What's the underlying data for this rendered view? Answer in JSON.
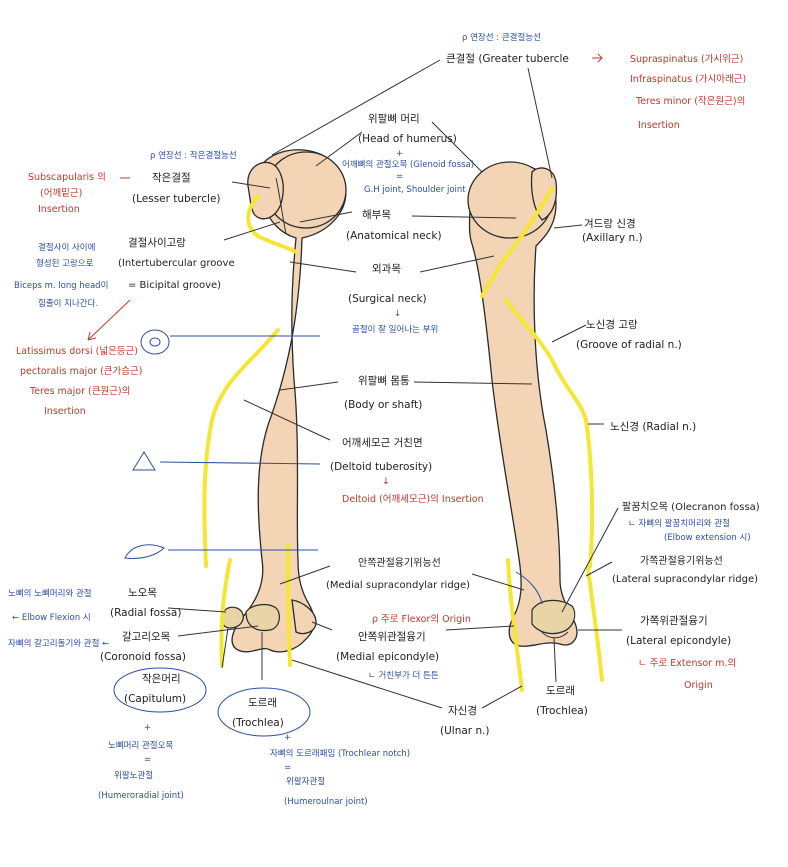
{
  "labels": {
    "greater_tubercle_note": "ρ 연장선 : 큰결절능선",
    "greater_tubercle": "큰결절 (Greater tubercle",
    "greater_muscles": [
      "Supraspinatus (가시위근)",
      "Infraspinatus (가시아래근)",
      "Teres minor (작은원근)의",
      "Insertion"
    ],
    "head_ko": "위팔뼈 머리",
    "head_en": "(Head of humerus)",
    "head_plus": "+",
    "glenoid": "어깨뼈의 관절오목 (Glenoid fossa)",
    "glenoid_eq": "=",
    "gh_joint": "G.H joint, Shoulder joint",
    "lesser_note": "ρ 연장선 : 작은결절능선",
    "subscap": [
      "Subscapularis 의",
      "(어깨밑근)",
      "Insertion"
    ],
    "lesser_ko": "작은결절",
    "lesser_en": "(Lesser tubercle)",
    "anat_neck_ko": "해부목",
    "anat_neck_en": "(Anatomical neck)",
    "axillary_ko": "겨드랑 신경",
    "axillary_en": "(Axillary n.)",
    "groove_ko": "결절사이고랑",
    "groove_en1": "(Intertubercular groove",
    "groove_en2": "= Bicipital groove)",
    "biceps_note": [
      "결절사이 사이에",
      "형성된 고랑으로",
      "Biceps m. long head이",
      "힘줄이 지나간다."
    ],
    "surgical_ko": "외과목",
    "surgical_en": "(Surgical neck)",
    "surgical_arrow": "↓",
    "surgical_note": "골절이 잘 일어나는 부위",
    "radial_groove_ko": "노신경 고랑",
    "radial_groove_en": "(Groove of radial n.)",
    "latissimus": [
      "Latissimus dorsi (넓은등근)",
      "pectoralis major (큰가슴근)",
      "Teres major (큰원근)의",
      "Insertion"
    ],
    "body_ko": "위팔뼈 몸통",
    "body_en": "(Body or shaft)",
    "radial_nerve": "노신경 (Radial n.)",
    "deltoid_tub_ko": "어깨세모근 거친면",
    "deltoid_tub_en": "(Deltoid tuberosity)",
    "deltoid_arrow": "↓",
    "deltoid_ins": "Deltoid (어깨세모근)의 Insertion",
    "olecranon_en": "팔꿈치오목 (Olecranon fossa)",
    "olecranon_n1": "ㄴ 자뼈의 팔꿈치머리와 관절",
    "olecranon_n2": "(Elbow extension 시)",
    "lat_supra_ko": "가쪽관절융기위능선",
    "lat_supra_en": "(Lateral supracondylar ridge)",
    "med_supra_ko": "안쪽관절융기위능선",
    "med_supra_en": "(Medial supracondylar ridge)",
    "radial_fossa_note1": "노뼈의 노뼈머리와 관절",
    "radial_fossa_note2": "← Elbow Flexion 시",
    "radial_fossa_ko": "노오목",
    "radial_fossa_en": "(Radial fossa)",
    "flexor_origin": "ρ 주로 Flexor의 Origin",
    "lat_epi_ko": "가쪽위관절융기",
    "lat_epi_en": "(Lateral epicondyle)",
    "extensor_origin1": "ㄴ 주로 Extensor m.의",
    "extensor_origin2": "Origin",
    "coronoid_note": "자뼈의 갈고리돌기와 관절 ←",
    "coronoid_ko": "갈고리오목",
    "coronoid_en": "(Coronoid fossa)",
    "med_epi_ko": "안쪽위관절융기",
    "med_epi_en": "(Medial epicondyle)",
    "med_epi_note": "ㄴ 거친부가 더 튼튼",
    "capitulum_ko": "작은머리",
    "capitulum_en": "(Capitulum)",
    "trochlea_ko": "도르래",
    "trochlea_en": "(Trochlea)",
    "ulnar_ko": "자신경",
    "ulnar_en": "(Ulnar n.)",
    "trochlea_post_ko": "도르래",
    "trochlea_post_en": "(Trochlea)",
    "cap_plus": "+",
    "cap_joint1": "노뼈머리 관절오목",
    "cap_eq": "=",
    "cap_joint2": "위팔노관절",
    "cap_joint3": "(Humeroradial joint)",
    "troch_plus": "+",
    "troch_joint1": "자뼈의 도르래패임 (Trochlear notch)",
    "troch_eq": "=",
    "troch_joint2": "위팔자관절",
    "troch_joint3": "(Humeroulnar joint)"
  },
  "colors": {
    "bone": "#f3d5b5",
    "nerve": "#f5e633",
    "muscle_text": "#c0392b",
    "note_text": "#2c4fa0",
    "label_text": "#222222"
  }
}
